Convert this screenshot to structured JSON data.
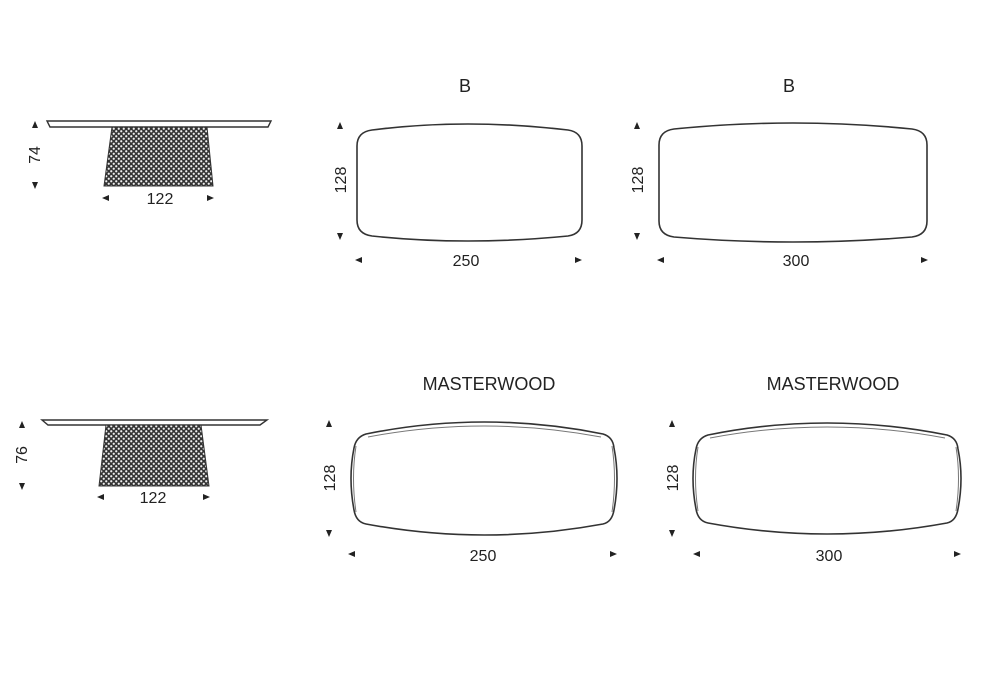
{
  "rows": [
    {
      "side_view": {
        "height": "74",
        "base_width": "122"
      },
      "top_views": [
        {
          "label": "B",
          "length": "250",
          "width": "128"
        },
        {
          "label": "B",
          "length": "300",
          "width": "128"
        }
      ]
    },
    {
      "side_view": {
        "height": "76",
        "base_width": "122"
      },
      "top_views": [
        {
          "label": "MASTERWOOD",
          "length": "250",
          "width": "128"
        },
        {
          "label": "MASTERWOOD",
          "length": "300",
          "width": "128"
        }
      ]
    }
  ]
}
